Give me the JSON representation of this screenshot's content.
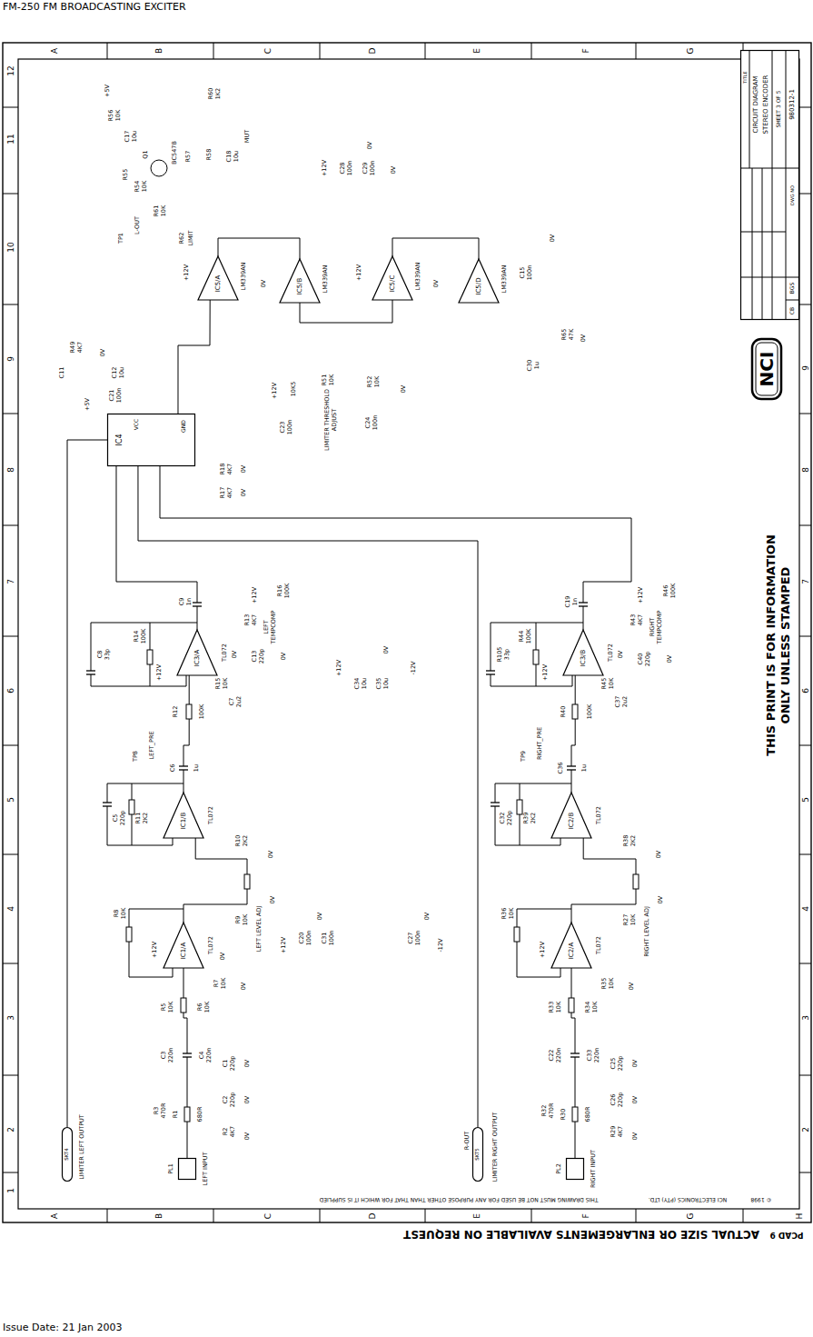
{
  "diagram": {
    "nodes": [
      {
        "text": [
          "TITLE",
          "CIRCUIT DIAGRAM",
          "STEREO ENCODER",
          "SHEET 3 OF 5",
          "DWG NO",
          "980312-1",
          "CB",
          "BGS"
        ]
      },
      {
        "text": [
          "NCI"
        ]
      },
      {
        "text": [
          "IC5/A",
          "LM339AN"
        ]
      },
      {
        "text": [
          "IC5/B",
          "LM339AN"
        ]
      },
      {
        "text": [
          "IC5/C",
          "LM339AN"
        ]
      },
      {
        "text": [
          "IC5/D",
          "LM339AN"
        ]
      },
      {
        "text": [
          "IC4",
          "VCC",
          "GND"
        ]
      },
      {
        "text": [
          "IC3/A",
          "TL072"
        ]
      },
      {
        "text": [
          "IC3/B",
          "TL072"
        ]
      },
      {
        "text": [
          "IC1/B",
          "TL072"
        ]
      },
      {
        "text": [
          "IC2/B",
          "TL072"
        ]
      },
      {
        "text": [
          "IC1/A",
          "TL072"
        ]
      },
      {
        "text": [
          "IC2/A",
          "TL072"
        ]
      },
      {
        "text": [
          "PL1",
          "LEFT INPUT"
        ]
      },
      {
        "text": [
          "PL2",
          "RIGHT INPUT"
        ]
      },
      {
        "text": [
          "SKT4"
        ]
      },
      {
        "text": [
          "SKT5"
        ]
      }
    ],
    "edges": [
      {
        "from": 13,
        "to": 11,
        "arrow": "none"
      },
      {
        "from": 11,
        "to": 9,
        "arrow": "none"
      },
      {
        "from": 9,
        "to": 7,
        "arrow": "none"
      },
      {
        "from": 7,
        "to": 6,
        "arrow": "none"
      },
      {
        "from": 14,
        "to": 12,
        "arrow": "none"
      },
      {
        "from": 12,
        "to": 10,
        "arrow": "none"
      },
      {
        "from": 10,
        "to": 8,
        "arrow": "none"
      },
      {
        "from": 8,
        "to": 6,
        "arrow": "none"
      },
      {
        "from": 6,
        "to": 2,
        "arrow": "none"
      },
      {
        "from": 2,
        "to": 3,
        "arrow": "none"
      },
      {
        "from": 3,
        "to": 4,
        "arrow": "none"
      },
      {
        "from": 4,
        "to": 5,
        "arrow": "none"
      },
      {
        "from": 15,
        "to": 6,
        "arrow": "none"
      },
      {
        "from": 16,
        "to": 6,
        "arrow": "none"
      }
    ],
    "labels": [
      "FM-250 FM BROADCASTING EXCITER",
      "Issue Date: 21 Jan 2003",
      "A",
      "B",
      "C",
      "D",
      "E",
      "F",
      "G",
      "A",
      "B",
      "C",
      "D",
      "E",
      "F",
      "G",
      "H",
      "12",
      "11",
      "10",
      "9",
      "8",
      "7",
      "6",
      "5",
      "4",
      "3",
      "2",
      "1",
      "9",
      "8",
      "7",
      "6",
      "5",
      "4",
      "3",
      "2",
      "THIS DRAWING MUST NOT BE USED FOR ANY PURPOSE OTHER THAN THAT FOR WHICH IT IS SUPPLIED",
      "NCI ELECTRONICS (PTY) LTD.",
      "© 1998",
      "PCAD 9",
      "ACTUAL SIZE OR ENLARGEMENTS AVAILABLE ON REQUEST",
      "THIS PRINT IS FOR INFORMATION ONLY UNLESS STAMPED",
      "+5V",
      "R56",
      "10K",
      "C17",
      "10u",
      "R55",
      "R54",
      "10K",
      "Q1",
      "BC547B",
      "R57",
      "R58",
      "C18",
      "10u",
      "MUT",
      "R60",
      "1K2",
      "R61",
      "10K",
      "TP1",
      "L-OUT",
      "R62",
      "LIMIT",
      "+12V",
      "C28",
      "100n",
      "C29",
      "100n",
      "0V",
      "0V",
      "+12V",
      "0V",
      "+12V",
      "0V",
      "C15",
      "100n",
      "0V",
      "R65",
      "47K",
      "0V",
      "+12V",
      "10K5",
      "R51",
      "10K",
      "R52",
      "10K",
      "0V",
      "C23",
      "100n",
      "C24",
      "100n",
      "LIMITER THRESHOLD ADJUST",
      "C30",
      "1u",
      "C11",
      "R49",
      "4K7",
      "0V",
      "C12",
      "10u",
      "C21",
      "100n",
      "+5V",
      "R18",
      "4K7",
      "R17",
      "4K7",
      "0V",
      "0V",
      "LIMITER LEFT OUTPUT",
      "TP8",
      "LEFT_PRE",
      "C6",
      "1u",
      "R12",
      "100K",
      "R14",
      "100K",
      "C8",
      "33p",
      "C9",
      "1n",
      "+12V",
      "0V",
      "C7",
      "2u2",
      "R15",
      "10K",
      "+12V",
      "R13",
      "4K7",
      "R16",
      "100K",
      "LEFT TEMPCOMP",
      "C13",
      "220p",
      "0V",
      "C5",
      "220p",
      "R11",
      "2K2",
      "R10",
      "2K2",
      "0V",
      "R9",
      "10K",
      "LEFT LEVEL ADJ",
      "0V",
      "R8",
      "10K",
      "+12V",
      "0V",
      "R7",
      "10K",
      "0V",
      "R5",
      "10K",
      "R6",
      "10K",
      "C3",
      "220n",
      "C4",
      "220n",
      "C1",
      "220p",
      "C2",
      "220p",
      "0V",
      "0V",
      "R3",
      "470R",
      "R1",
      "680R",
      "R2",
      "4K7",
      "0V",
      "LIMITER RIGHT OUTPUT",
      "R-OUT",
      "TP9",
      "RIGHT_PRE",
      "C36",
      "1u",
      "R40",
      "100K",
      "R44",
      "100K",
      "R105",
      "33p",
      "C19",
      "1n",
      "+12V",
      "0V",
      "C37",
      "2u2",
      "R45",
      "10K",
      "+12V",
      "R43",
      "4K7",
      "R46",
      "100K",
      "RIGHT TEMPCOMP",
      "C40",
      "220p",
      "0V",
      "C32",
      "220p",
      "R39",
      "2K2",
      "R38",
      "2K2",
      "0V",
      "R27",
      "10K",
      "RIGHT LEVEL ADJ",
      "0V",
      "R36",
      "10K",
      "+12V",
      "R35",
      "10K",
      "0V",
      "R33",
      "10K",
      "R34",
      "10K",
      "C22",
      "220n",
      "C33",
      "220n",
      "C25",
      "220p",
      "C26",
      "220p",
      "0V",
      "0V",
      "R32",
      "470R",
      "R30",
      "680R",
      "R29",
      "4K7",
      "0V",
      "+12V",
      "C20",
      "100n",
      "C31",
      "100n",
      "0V",
      "C27",
      "100n",
      "0V",
      "-12V",
      "+12V",
      "C34",
      "10u",
      "C35",
      "10u",
      "0V",
      "-12V"
    ]
  }
}
